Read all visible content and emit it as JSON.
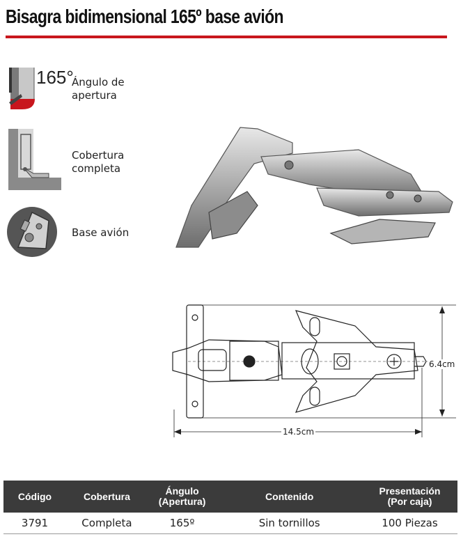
{
  "title": "Bisagra bidimensional 165º base avión",
  "features": [
    {
      "label_line1": "Ángulo de",
      "label_line2": "apertura",
      "icon": "opening-angle-icon",
      "value": "165°"
    },
    {
      "label_line1": "Cobertura",
      "label_line2": "completa",
      "icon": "full-overlay-icon"
    },
    {
      "label_line1": "Base avión",
      "icon": "base-avion-icon"
    }
  ],
  "dimensions": {
    "width": "14.5cm",
    "height": "6.4cm"
  },
  "table": {
    "headers": [
      {
        "line1": "Código",
        "line2": ""
      },
      {
        "line1": "Cobertura",
        "line2": ""
      },
      {
        "line1": "Ángulo",
        "line2": "(Apertura)"
      },
      {
        "line1": "Contenido",
        "line2": ""
      },
      {
        "line1": "Presentación",
        "line2": "(Por caja)"
      }
    ],
    "rows": [
      {
        "codigo": "3791",
        "cobertura": "Completa",
        "angulo": "165º",
        "contenido": "Sin tornillos",
        "presentacion": "100 Piezas"
      }
    ]
  },
  "colors": {
    "accent": "#c8161d",
    "header_bg": "#3b3b3b"
  }
}
